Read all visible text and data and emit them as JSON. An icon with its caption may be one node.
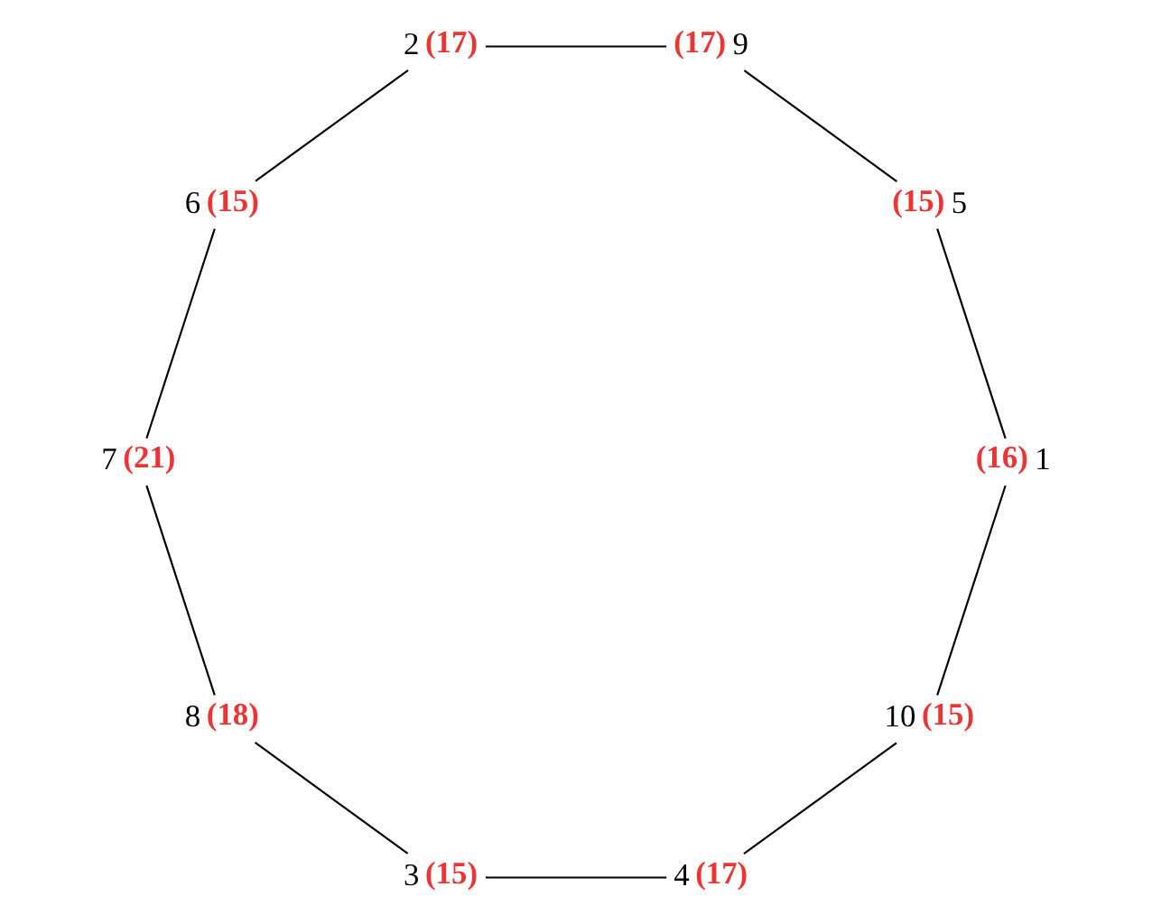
{
  "diagram": {
    "nodes": [
      {
        "text": [
          "10"
        ],
        "beside": [
          "(15)"
        ]
      },
      {
        "text": [
          "4"
        ],
        "beside": [
          "(17)"
        ]
      },
      {
        "text": [
          "1"
        ],
        "beside": [
          "(16)"
        ]
      },
      {
        "text": [
          "3"
        ],
        "beside": [
          "(15)"
        ]
      },
      {
        "text": [
          "5"
        ],
        "beside": [
          "(15)"
        ]
      },
      {
        "text": [
          "8"
        ],
        "beside": [
          "(18)"
        ]
      },
      {
        "text": [
          "9"
        ],
        "beside": [
          "(17)"
        ]
      },
      {
        "text": [
          "7"
        ],
        "beside": [
          "(21)"
        ]
      },
      {
        "text": [
          "2"
        ],
        "beside": [
          "(17)"
        ]
      },
      {
        "text": [
          "6"
        ],
        "beside": [
          "(15)"
        ]
      }
    ],
    "edges": [
      {
        "from": 0,
        "to": 1,
        "arrow": "none"
      },
      {
        "from": 1,
        "to": 3,
        "arrow": "none"
      },
      {
        "from": 3,
        "to": 5,
        "arrow": "none"
      },
      {
        "from": 5,
        "to": 7,
        "arrow": "none"
      },
      {
        "from": 7,
        "to": 9,
        "arrow": "none"
      },
      {
        "from": 9,
        "to": 8,
        "arrow": "none"
      },
      {
        "from": 8,
        "to": 6,
        "arrow": "none"
      },
      {
        "from": 6,
        "to": 4,
        "arrow": "none"
      },
      {
        "from": 4,
        "to": 2,
        "arrow": "none"
      },
      {
        "from": 2,
        "to": 0,
        "arrow": "none"
      }
    ]
  }
}
